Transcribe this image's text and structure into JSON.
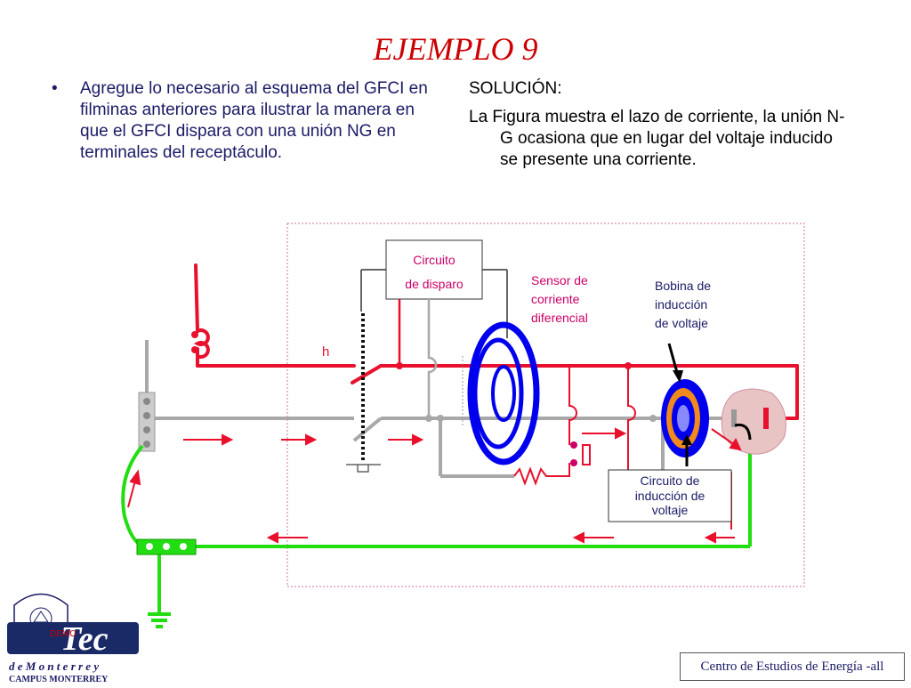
{
  "slide": {
    "title": "EJEMPLO 9"
  },
  "left": {
    "bullet": "•",
    "text": "Agregue lo necesario al esquema del GFCI en filminas anteriores para ilustrar la manera en que el GFCI dispara con una unión NG en terminales del receptáculo."
  },
  "right": {
    "heading": "SOLUCIÓN:",
    "text": "La Figura muestra el lazo de corriente, la unión N-G ocasiona que en lugar del voltaje inducido se presente una corriente."
  },
  "diagram": {
    "labels": {
      "trip_line1": "Circuito",
      "trip_line2": "de disparo",
      "sensor_line1": "Sensor de",
      "sensor_line2": "corriente",
      "sensor_line3": "diferencial",
      "coil_line1": "Bobina de",
      "coil_line2": "inducción",
      "coil_line3": "de voltaje",
      "induction_line1": "Circuito de",
      "induction_line2": "inducción de",
      "induction_line3": "voltaje",
      "hot": "h"
    },
    "colors": {
      "hot": "#e8102c",
      "neutral": "#a8a8a8",
      "ground": "#22dd11",
      "sensor": "#0000ee",
      "coil_ring": "#f08a1c",
      "outlet": "#e8c4c4",
      "frame": "#d070a0"
    }
  },
  "logo": {
    "word": "Tec",
    "line2": "d e   M o n t e r r e y",
    "line3": "CAMPUS MONTERREY",
    "overlay": "DEMO"
  },
  "footer": {
    "text": "Centro de Estudios de Energía -all"
  }
}
